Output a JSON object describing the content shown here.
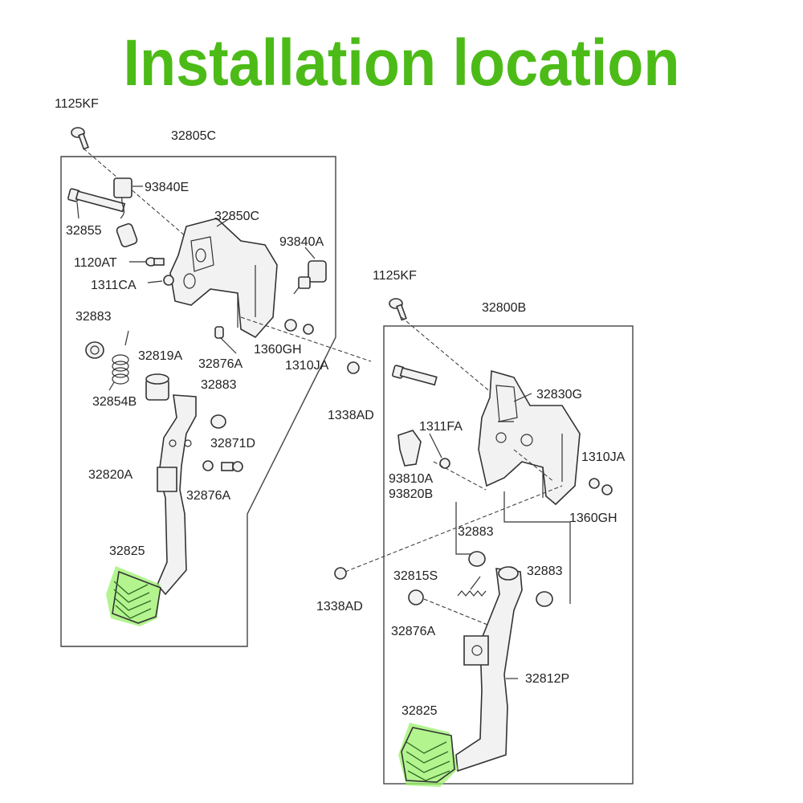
{
  "title": "Installation location",
  "colors": {
    "title": "#4cbb17",
    "highlight": "#9af06a",
    "line": "#333333"
  },
  "labels": {
    "l_1125kf_a": "1125KF",
    "l_32805c": "32805C",
    "l_93840e": "93840E",
    "l_32855": "32855",
    "l_32850c": "32850C",
    "l_93840a": "93840A",
    "l_1120at": "1120AT",
    "l_1311ca": "1311CA",
    "l_32883_a": "32883",
    "l_32819a": "32819A",
    "l_32876a_a": "32876A",
    "l_1360gh_a": "1360GH",
    "l_1310ja_a": "1310JA",
    "l_32854b": "32854B",
    "l_32883_b": "32883",
    "l_1338ad_a": "1338AD",
    "l_32871d": "32871D",
    "l_32820a": "32820A",
    "l_32876a_b": "32876A",
    "l_32825_a": "32825",
    "l_1125kf_b": "1125KF",
    "l_32800b": "32800B",
    "l_32830g": "32830G",
    "l_1311fa": "1311FA",
    "l_1310ja_b": "1310JA",
    "l_93810a": "93810A",
    "l_93820b": "93820B",
    "l_1360gh_b": "1360GH",
    "l_32883_c": "32883",
    "l_32815s": "32815S",
    "l_32883_d": "32883",
    "l_1338ad_b": "1338AD",
    "l_32876a_c": "32876A",
    "l_32812p": "32812P",
    "l_32825_b": "32825"
  }
}
